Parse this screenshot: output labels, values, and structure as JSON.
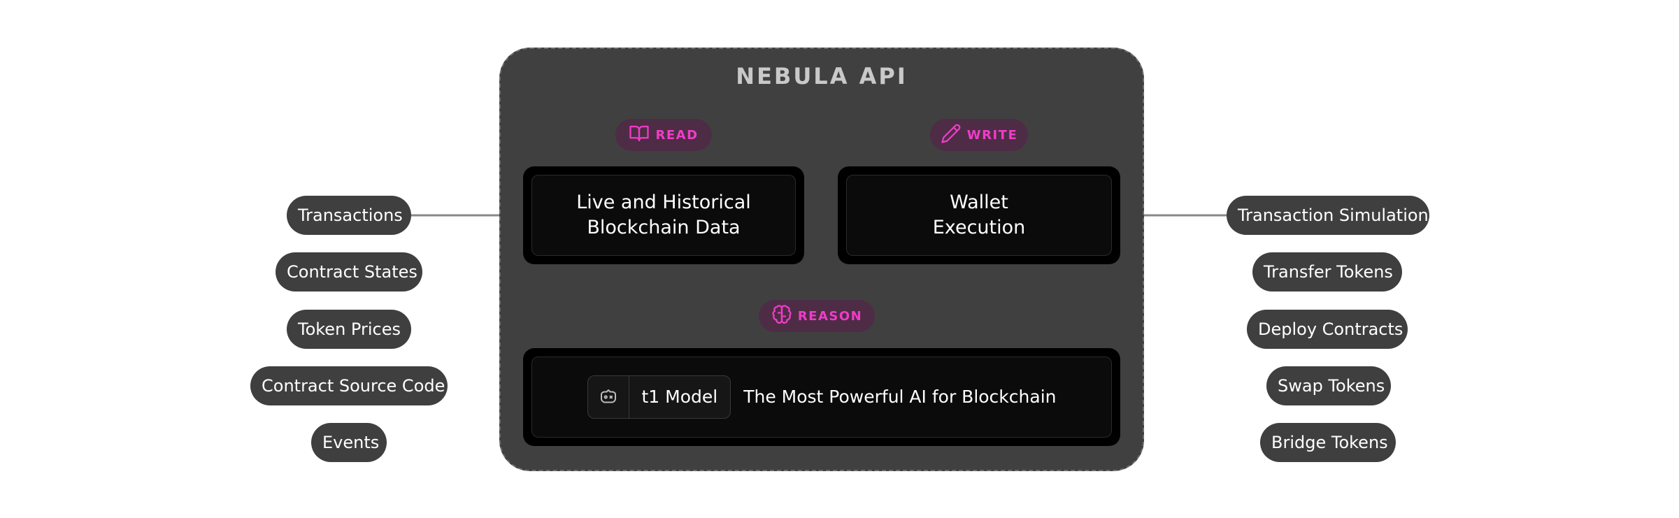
{
  "api": {
    "title": "NEBULA API"
  },
  "badges": {
    "read": "READ",
    "write": "WRITE",
    "reason": "REASON"
  },
  "cards": {
    "read": {
      "line1": "Live and Historical",
      "line2": "Blockchain Data"
    },
    "write": {
      "line1": "Wallet",
      "line2": "Execution"
    },
    "model": {
      "name": "t1 Model",
      "tagline": "The Most Powerful AI for Blockchain"
    }
  },
  "left_items": [
    "Transactions",
    "Contract States",
    "Token Prices",
    "Contract Source Code",
    "Events"
  ],
  "right_items": [
    "Transaction Simulation",
    "Transfer Tokens",
    "Deploy Contracts",
    "Swap Tokens",
    "Bridge Tokens"
  ],
  "icons": {
    "read": "open-book-icon",
    "write": "pencil-icon",
    "reason": "brain-icon",
    "model": "cpu-chip-icon"
  },
  "colors": {
    "accent": "#f03cc8",
    "badge_bg": "#4e2c46",
    "pill_bg": "#3f3f3f",
    "panel_bg": "#404040",
    "card_bg": "#000000",
    "connector": "#888888"
  }
}
